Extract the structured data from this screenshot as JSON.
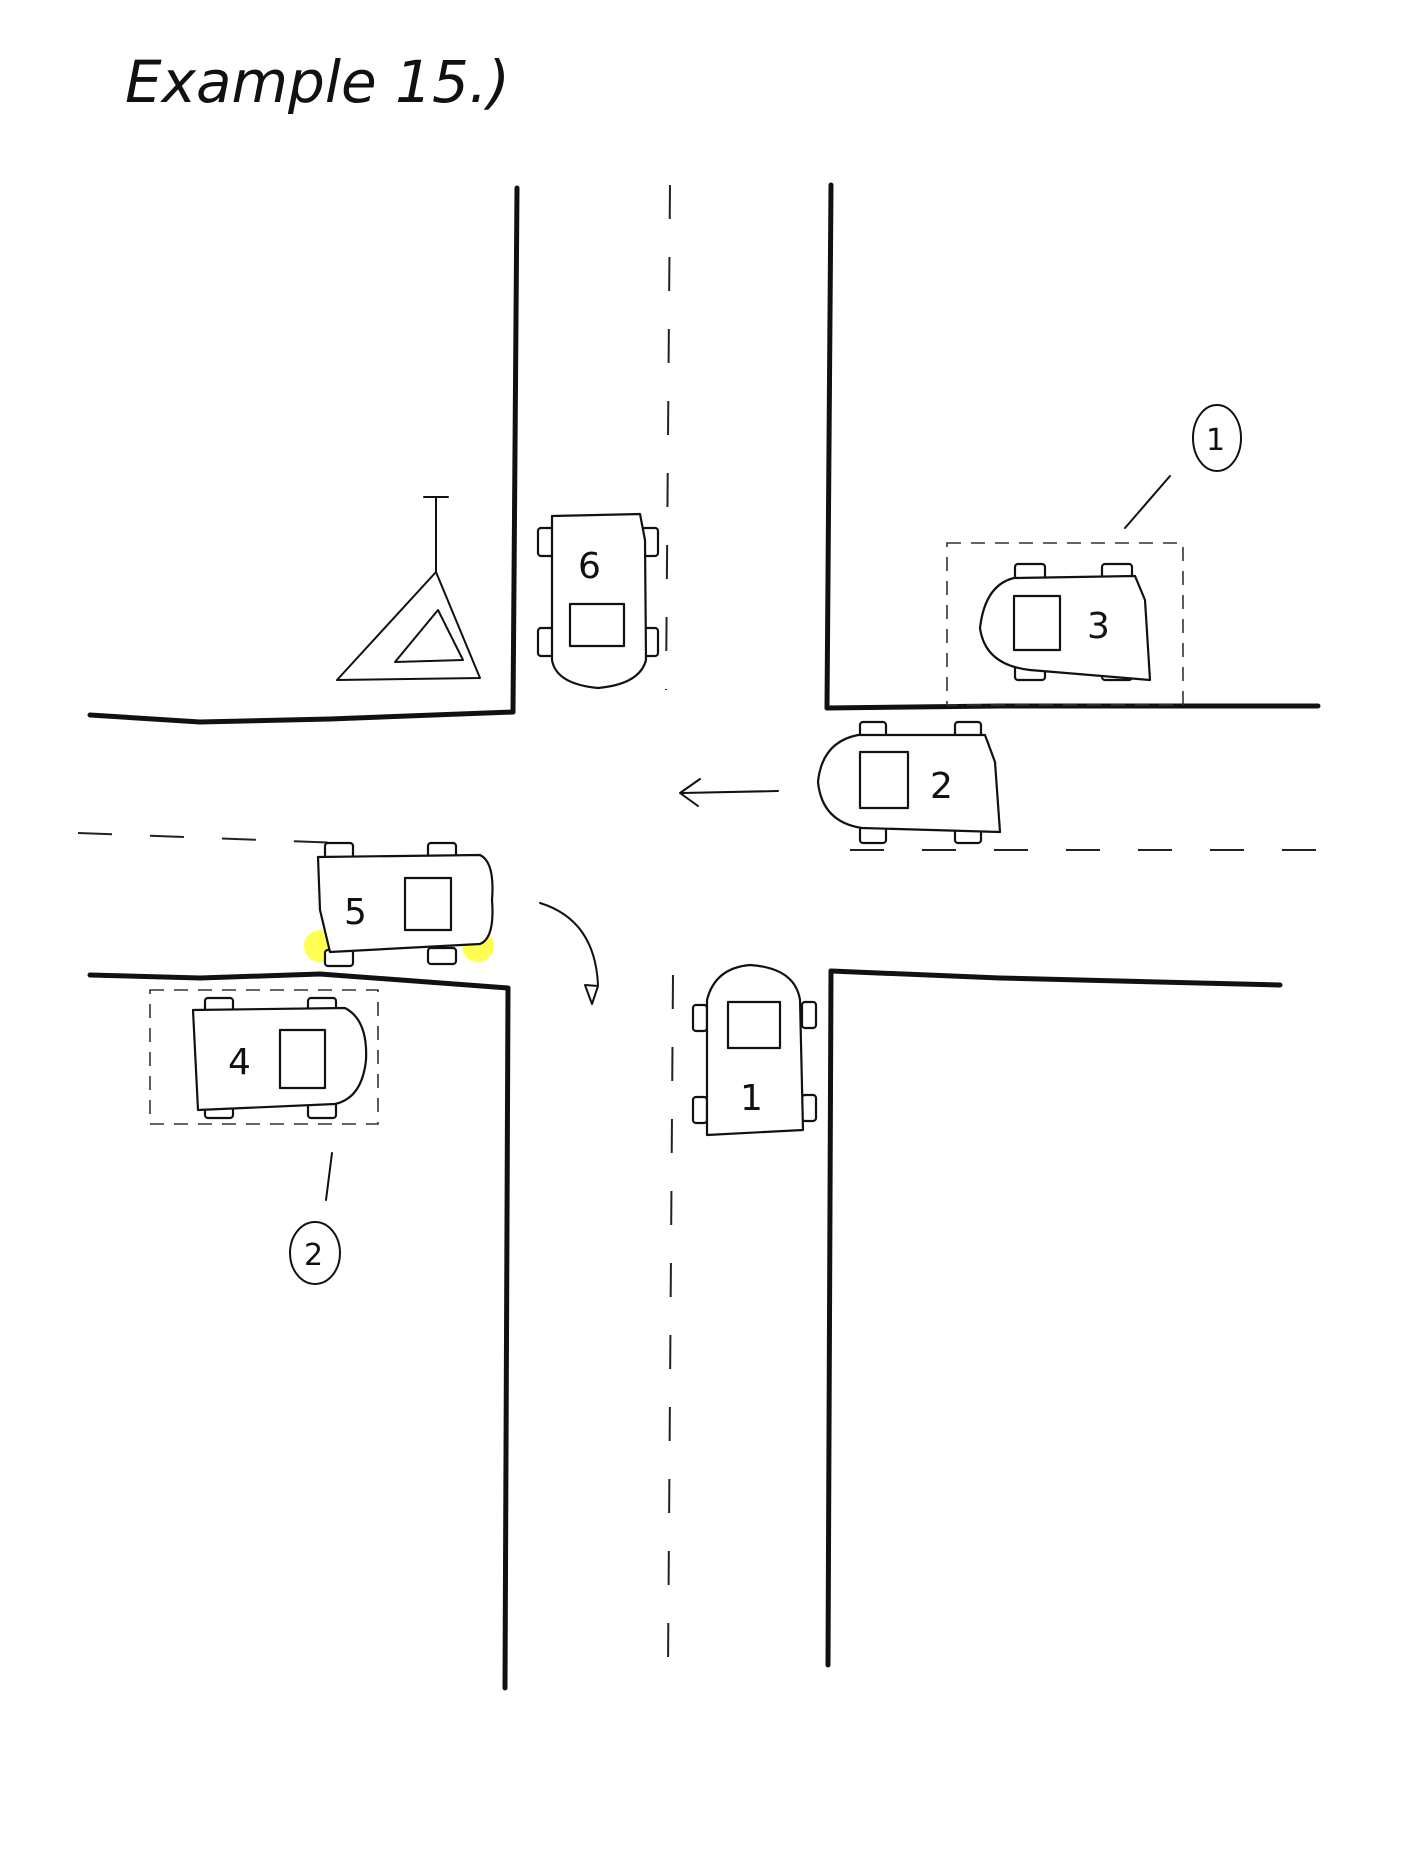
{
  "title": "Example 15.)",
  "colors": {
    "ink": "#111111",
    "highlight": "#ffff33",
    "paper": "#ffffff"
  },
  "cars": [
    {
      "id": "1",
      "label": "1"
    },
    {
      "id": "2",
      "label": "2"
    },
    {
      "id": "3",
      "label": "3"
    },
    {
      "id": "4",
      "label": "4"
    },
    {
      "id": "5",
      "label": "5"
    },
    {
      "id": "6",
      "label": "6"
    }
  ],
  "callouts": [
    {
      "label": "1"
    },
    {
      "label": "2"
    }
  ],
  "icons": [
    "warning-triangle-sign-icon",
    "left-arrow-icon",
    "turn-arrow-icon"
  ]
}
